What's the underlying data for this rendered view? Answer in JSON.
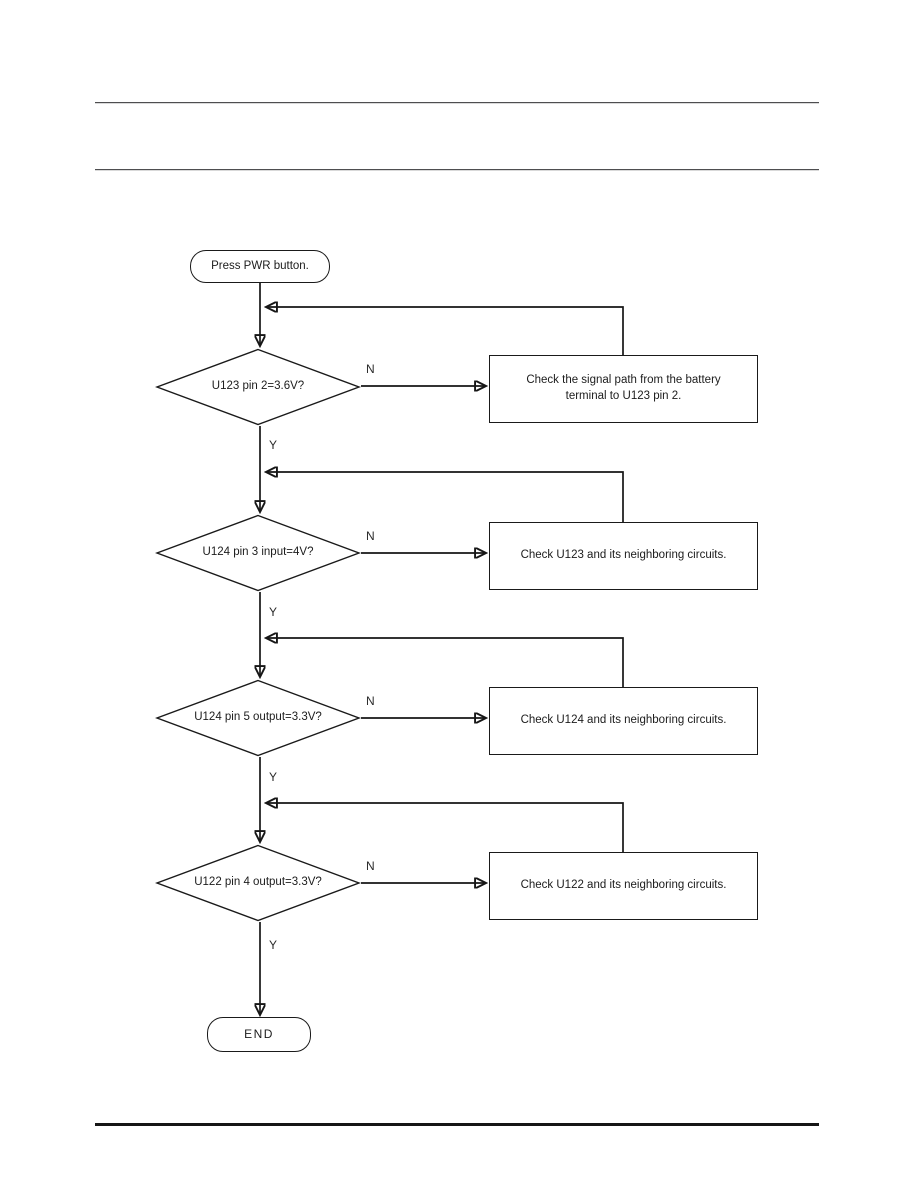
{
  "document": {
    "flowchart": {
      "start": {
        "label": "Press PWR button."
      },
      "end": {
        "label": "END"
      },
      "branch_labels": {
        "no": "N",
        "yes": "Y"
      },
      "decisions": [
        {
          "label": "U123 pin 2=3.6V?"
        },
        {
          "label": "U124 pin 3 input=4V?"
        },
        {
          "label": "U124 pin 5 output=3.3V?"
        },
        {
          "label": "U122 pin 4 output=3.3V?"
        }
      ],
      "actions": [
        {
          "label": "Check the signal path from the battery terminal to U123 pin 2."
        },
        {
          "label": "Check U123 and its neighboring circuits."
        },
        {
          "label": "Check U124 and its neighboring circuits."
        },
        {
          "label": "Check U122 and its neighboring circuits."
        }
      ]
    },
    "colors": {
      "line": "#161616",
      "header_rule": "#4e4e50",
      "footer_rule": "#161616",
      "background": "#ffffff"
    }
  }
}
